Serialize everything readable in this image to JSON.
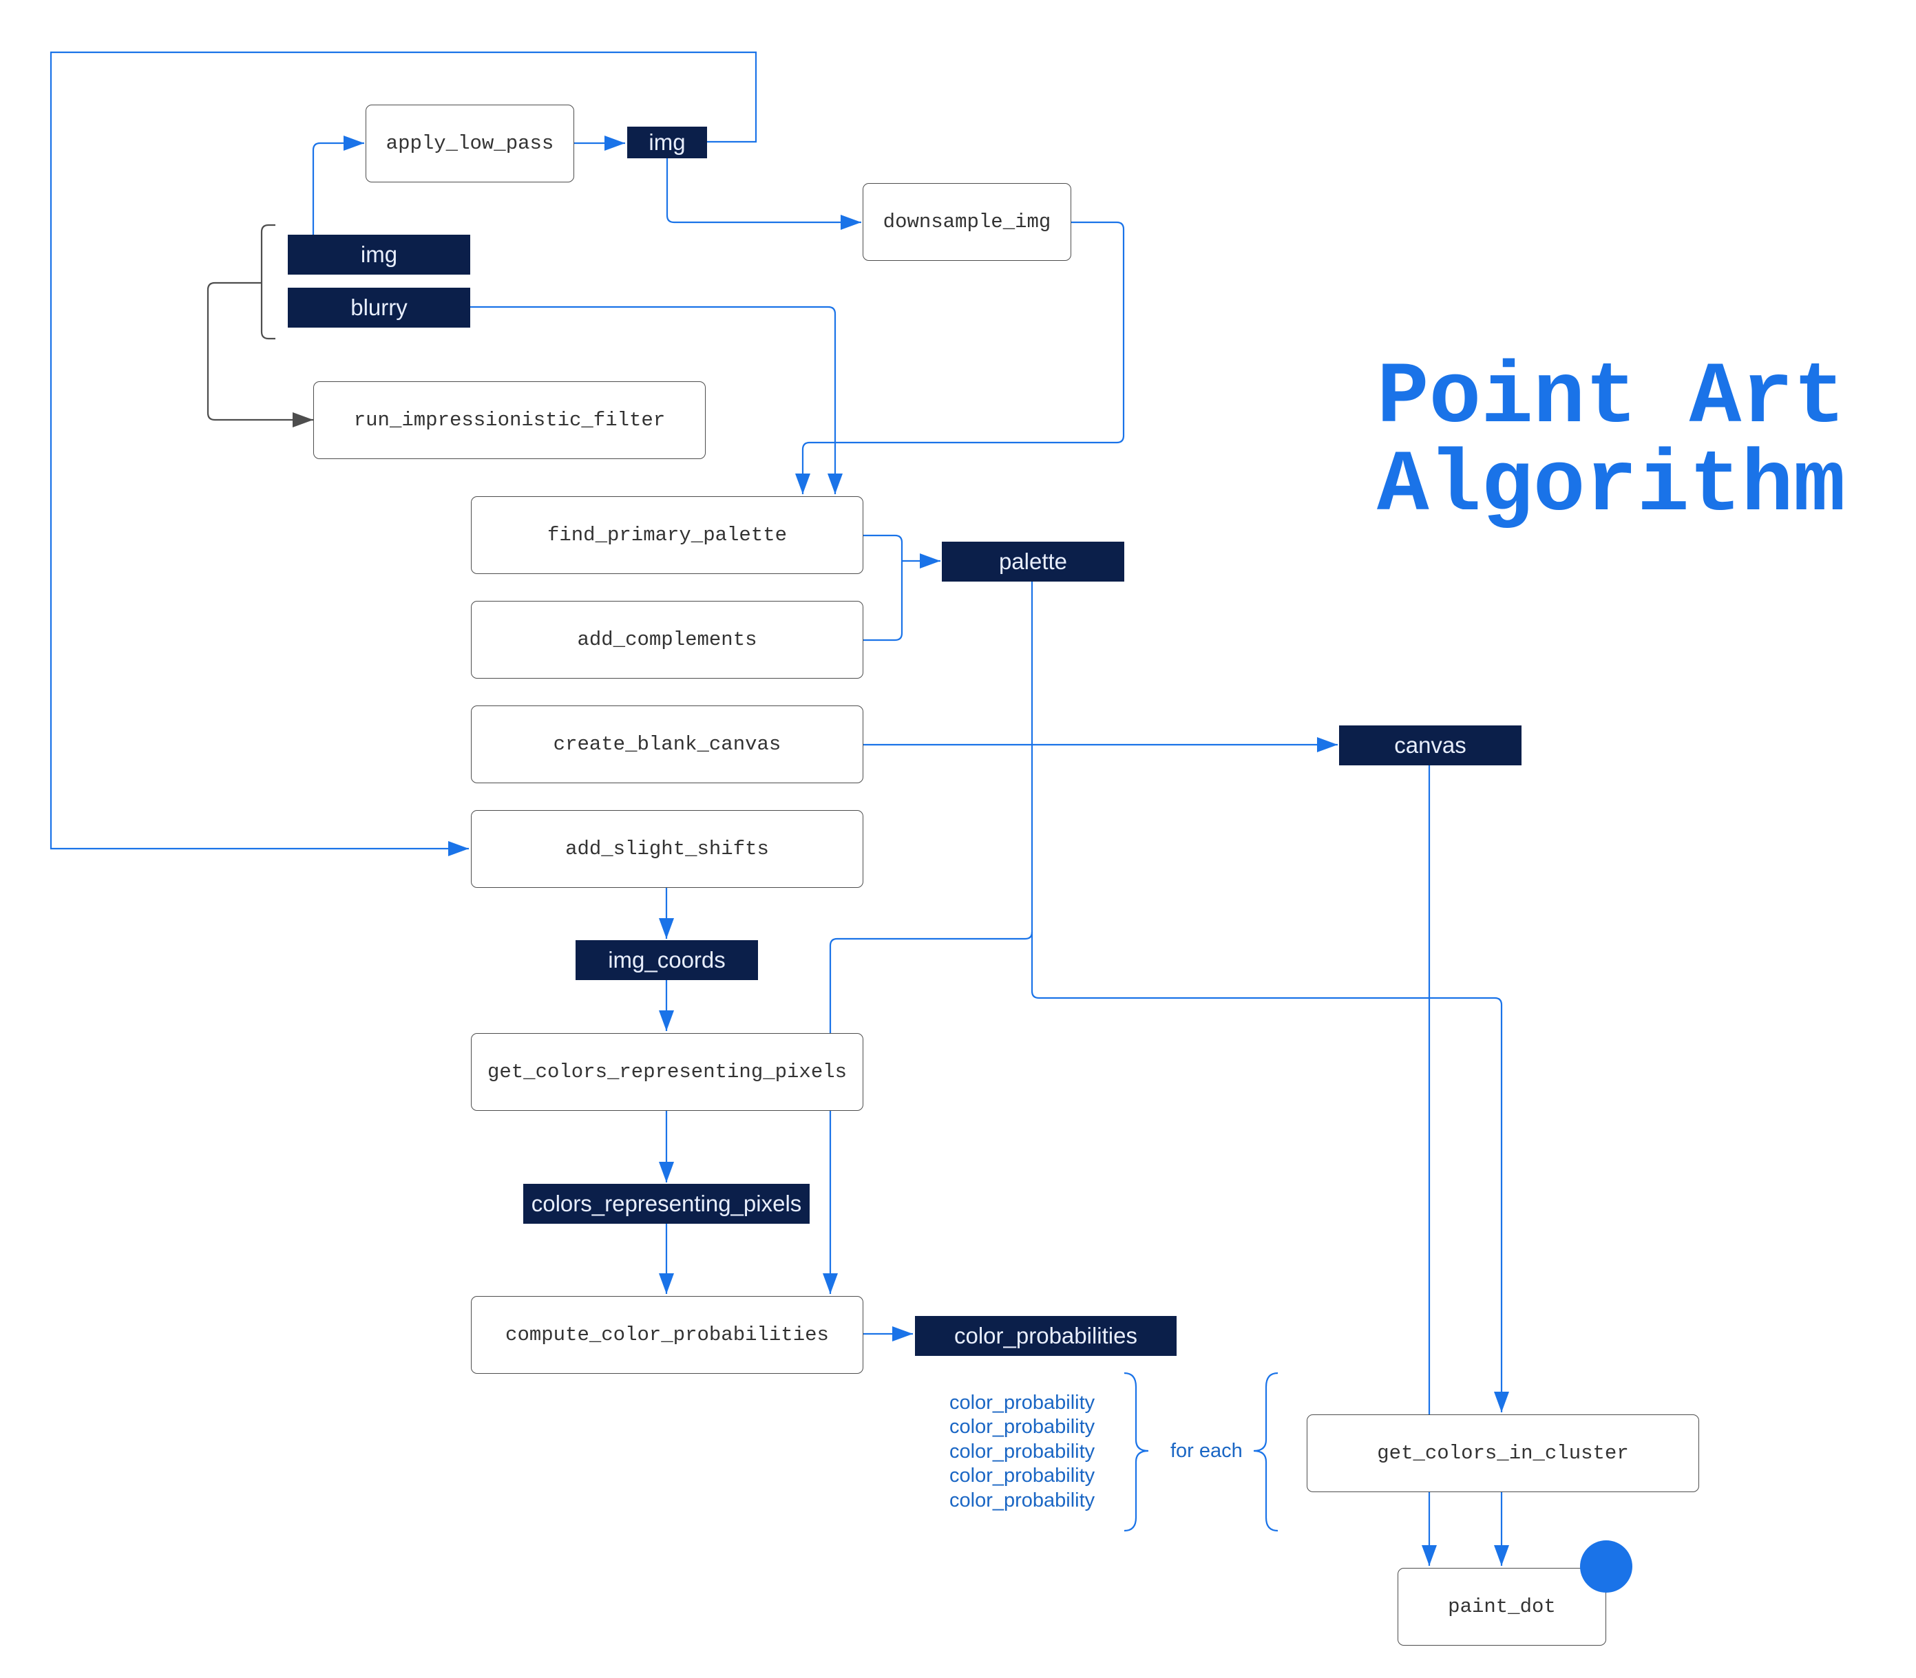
{
  "title": {
    "line1": "Point Art",
    "line2": "Algorithm"
  },
  "functions": {
    "apply_low_pass": "apply_low_pass",
    "downsample_img": "downsample_img",
    "run_impressionistic_filter": "run_impressionistic_filter",
    "find_primary_palette": "find_primary_palette",
    "add_complements": "add_complements",
    "create_blank_canvas": "create_blank_canvas",
    "add_slight_shifts": "add_slight_shifts",
    "get_colors_representing_pixels": "get_colors_representing_pixels",
    "compute_color_probabilities": "compute_color_probabilities",
    "get_colors_in_cluster": "get_colors_in_cluster",
    "paint_dot": "paint_dot"
  },
  "variables": {
    "img_top": "img",
    "img_left": "img",
    "blurry": "blurry",
    "palette": "palette",
    "canvas": "canvas",
    "img_coords": "img_coords",
    "colors_representing_pixels": "colors_representing_pixels",
    "color_probabilities": "color_probabilities"
  },
  "annotation": {
    "items": [
      "color_probability",
      "color_probability",
      "color_probability",
      "color_probability",
      "color_probability"
    ],
    "for_each": "for each"
  },
  "colors": {
    "accent": "#1a73e8",
    "variable_fill": "#0b1f4a",
    "box_border": "#4d4d4d",
    "connector_dark": "#4d4d4d"
  }
}
